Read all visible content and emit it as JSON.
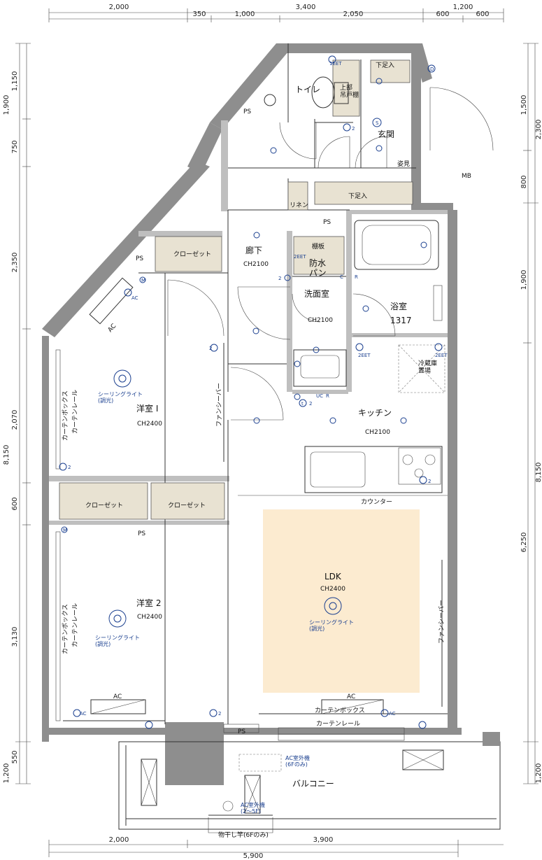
{
  "dimensions": {
    "top_row1": [
      "2,000",
      "3,400",
      "1,200"
    ],
    "top_row2": [
      "350",
      "1,000",
      "2,050",
      "600",
      "600"
    ],
    "bottom_row1": [
      "2,000",
      "3,900"
    ],
    "bottom_row2": [
      "5,900"
    ],
    "left_outer": [
      "1,900",
      "8,150",
      "1,200"
    ],
    "left_inner": [
      "1,150",
      "750",
      "2,350",
      "2,070",
      "600",
      "3,130",
      "550"
    ],
    "right_outer": [
      "2,300",
      "8,150",
      "1,200"
    ],
    "right_inner": [
      "1,500",
      "800",
      "1,900",
      "6,250"
    ]
  },
  "rooms": {
    "toilet": "トイレ",
    "upper_cabinet": "上部\n吊戸棚",
    "shoe_top": "下足入",
    "entrance": "玄関",
    "mirror": "姿見",
    "mb": "MB",
    "shoe_mid": "下足入",
    "linen": "リネン",
    "ps_top": "PS",
    "ps_toilet": "PS",
    "ps_corridor": "PS",
    "hall": "廊下",
    "hall_ch": "CH2100",
    "shelf": "棚板",
    "waterproof": "防水\nパン",
    "washroom": "洗面室",
    "washroom_ch": "CH2100",
    "bath": "浴室",
    "bath_size": "1317",
    "fridge": "冷蔵庫\n置場",
    "kitchen": "キッチン",
    "kitchen_ch": "CH2100",
    "counter": "カウンター",
    "closet1": "クローゼット",
    "ps_room1": "PS",
    "room1": "洋室 I",
    "room1_ch": "CH2400",
    "closet2": "クローゼット",
    "closet3": "クローゼット",
    "ps_room2": "PS",
    "room2": "洋室 2",
    "room2_ch": "CH2400",
    "ldk": "LDK",
    "ldk_ch": "CH2400",
    "curtain_box": "カーテンボックス",
    "curtain_rail": "カーテンレール",
    "fancy_bar": "ファンシーバー",
    "ac": "AC",
    "balcony": "バルコニー",
    "ac_unit_6f": "AC室外機\n(6Fのみ)",
    "ac_unit_2_5f": "AC室外機\n(2〜5F)",
    "drying_pole": "物干し竿(6Fのみ)",
    "ps_bottom": "PS",
    "ceiling_light": "シーリングライト\n(調光)",
    "eet": "1EET",
    "eet2": "2EET",
    "outlet2": "2",
    "uc": "UC",
    "r": "R",
    "c": "C",
    "s": "S",
    "d": "D",
    "m": "M",
    "t": "t"
  },
  "colors": {
    "ldk_highlight": "#fcebd0",
    "closet_fill": "#e8e2d2",
    "wall": "#8e8e8e",
    "electrical_blue": "#1a3f8f"
  }
}
